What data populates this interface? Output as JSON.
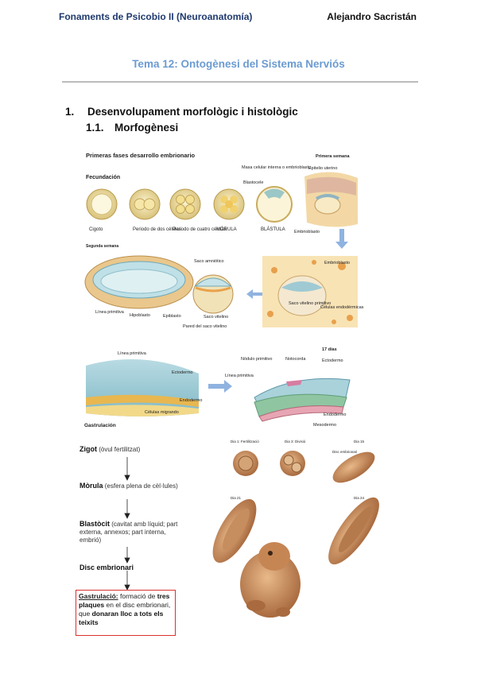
{
  "header": {
    "course": "Fonaments de Psicobio II (Neuroanatomía)",
    "author": "Alejandro Sacristán"
  },
  "title": "Tema 12: Ontogènesi del Sistema Nerviós",
  "section": {
    "num": "1.",
    "text": "Desenvolupament morfològic i histològic"
  },
  "subsection": {
    "num": "1.1.",
    "text": "Morfogènesi"
  },
  "figure": {
    "heading": "Primeras fases desarrollo embrionario",
    "fecundacion": "Fecundación",
    "cigoto": "Cigoto",
    "periodo2": "Periodo de dos células",
    "periodo4": "Periodo de cuatro células",
    "morula": "MÓRULA",
    "blastula": "BLÁSTULA",
    "blastocele": "Blastocele",
    "masa_celular": "Masa celular interna o embrioblasto",
    "primera_semana": "Primera semana",
    "epitelio": "Epitelio uterino",
    "embrioblasto_top": "Embrioblasto",
    "segunda_semana": "Segunda semana",
    "saco_amniotico": "Saco amniótico",
    "linea_primitiva": "Línea primitiva",
    "hipoblasto": "Hipoblasto",
    "epiblasto": "Epiblasto",
    "saco_vitelino": "Saco vitelino",
    "pared_saco": "Pared del saco vitelino",
    "embrioblasto": "Embrioblasto",
    "saco_primitivo": "Saco vitelino primitivo",
    "celulas_endo": "Células endodérmicas",
    "ectodermo_l": "Ectodermo",
    "endodermo_l": "Endodermo",
    "celulas_migrando": "Células migrando",
    "gastrulacion": "Gastrulación",
    "nodulo": "Nódulo primitivo",
    "notocorda": "Notocorda",
    "linea_primitiva2": "Línea primitiva",
    "dias": "17 días",
    "ectodermo_r": "Ectodermo",
    "endodermo_r": "Endodermo",
    "mesodermo": "Mesodermo"
  },
  "flow": {
    "zigot": "Zigot",
    "zigot_desc": "(òvul fertilitzat)",
    "morula": "Mòrula",
    "morula_desc": "(esfera plena de cèl·lules)",
    "blastocit": "Blastòcit",
    "blastocit_desc": "(cavitat amb líquid; part externa, annexos; part interna, embrió)",
    "disc": "Disc embrionari",
    "gastrulacio": "Gastrulació:",
    "gastrulacio_desc1": "formació de",
    "tres_plaques": "tres plaques",
    "gastrulacio_desc2": "en el disc embrionari, que",
    "donaran": "donaran lloc a tots els teixits"
  },
  "photos": {
    "dia1": "Dia 1: Fertilització",
    "dia3": "Dia 3: Divisió",
    "dia15": "Dia 15",
    "dia21": "Dia 21",
    "dia24": "Dia 24",
    "disc": "Disc embrionari"
  }
}
